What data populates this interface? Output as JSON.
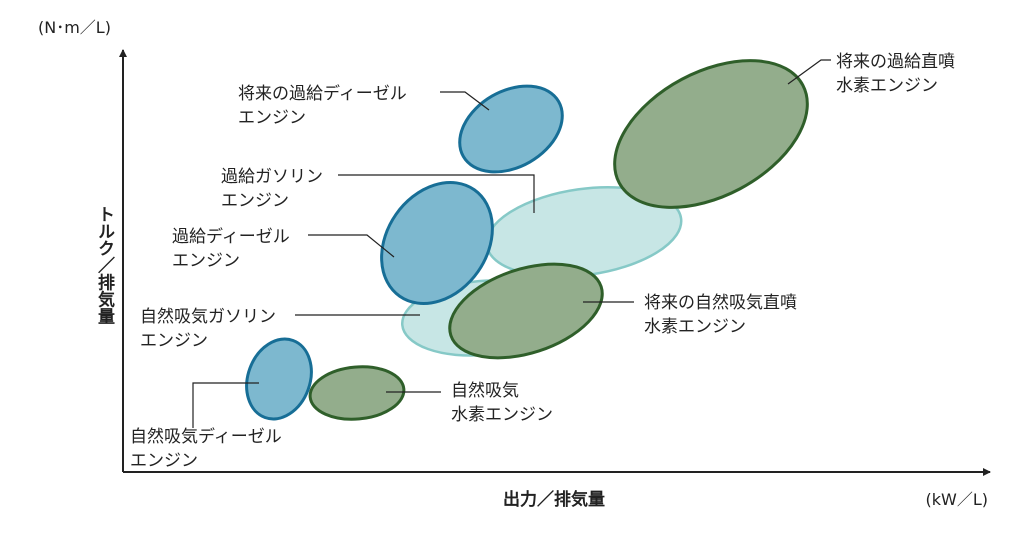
{
  "axes": {
    "y_unit": "(N･m／L)",
    "y_label": "トルク／排気量",
    "x_label": "出力／排気量",
    "x_unit": "(kW／L)"
  },
  "colors": {
    "blue_fill": "#7db8cf",
    "blue_stroke": "#176e96",
    "green_fill": "#93ad8c",
    "green_stroke": "#2f5f2a",
    "teal_fill": "#bde2e1",
    "teal_stroke": "#86c9c7",
    "axis": "#222222",
    "leader": "#222222"
  },
  "regions": [
    {
      "id": "future-turbo-diesel",
      "lines": [
        "将来の過給ディーゼル",
        "エンジン"
      ],
      "style": "blue"
    },
    {
      "id": "turbo-gasoline",
      "lines": [
        "過給ガソリン",
        "エンジン"
      ],
      "style": "teal"
    },
    {
      "id": "turbo-diesel",
      "lines": [
        "過給ディーゼル",
        "エンジン"
      ],
      "style": "blue"
    },
    {
      "id": "na-gasoline",
      "lines": [
        "自然吸気ガソリン",
        "エンジン"
      ],
      "style": "teal"
    },
    {
      "id": "na-diesel",
      "lines": [
        "自然吸気ディーゼル",
        "エンジン"
      ],
      "style": "blue"
    },
    {
      "id": "na-hydrogen",
      "lines": [
        "自然吸気",
        "水素エンジン"
      ],
      "style": "green"
    },
    {
      "id": "future-na-di-hydrogen",
      "lines": [
        "将来の自然吸気直噴",
        "水素エンジン"
      ],
      "style": "green"
    },
    {
      "id": "future-turbo-di-hydrogen",
      "lines": [
        "将来の過給直噴",
        "水素エンジン"
      ],
      "style": "green"
    }
  ]
}
